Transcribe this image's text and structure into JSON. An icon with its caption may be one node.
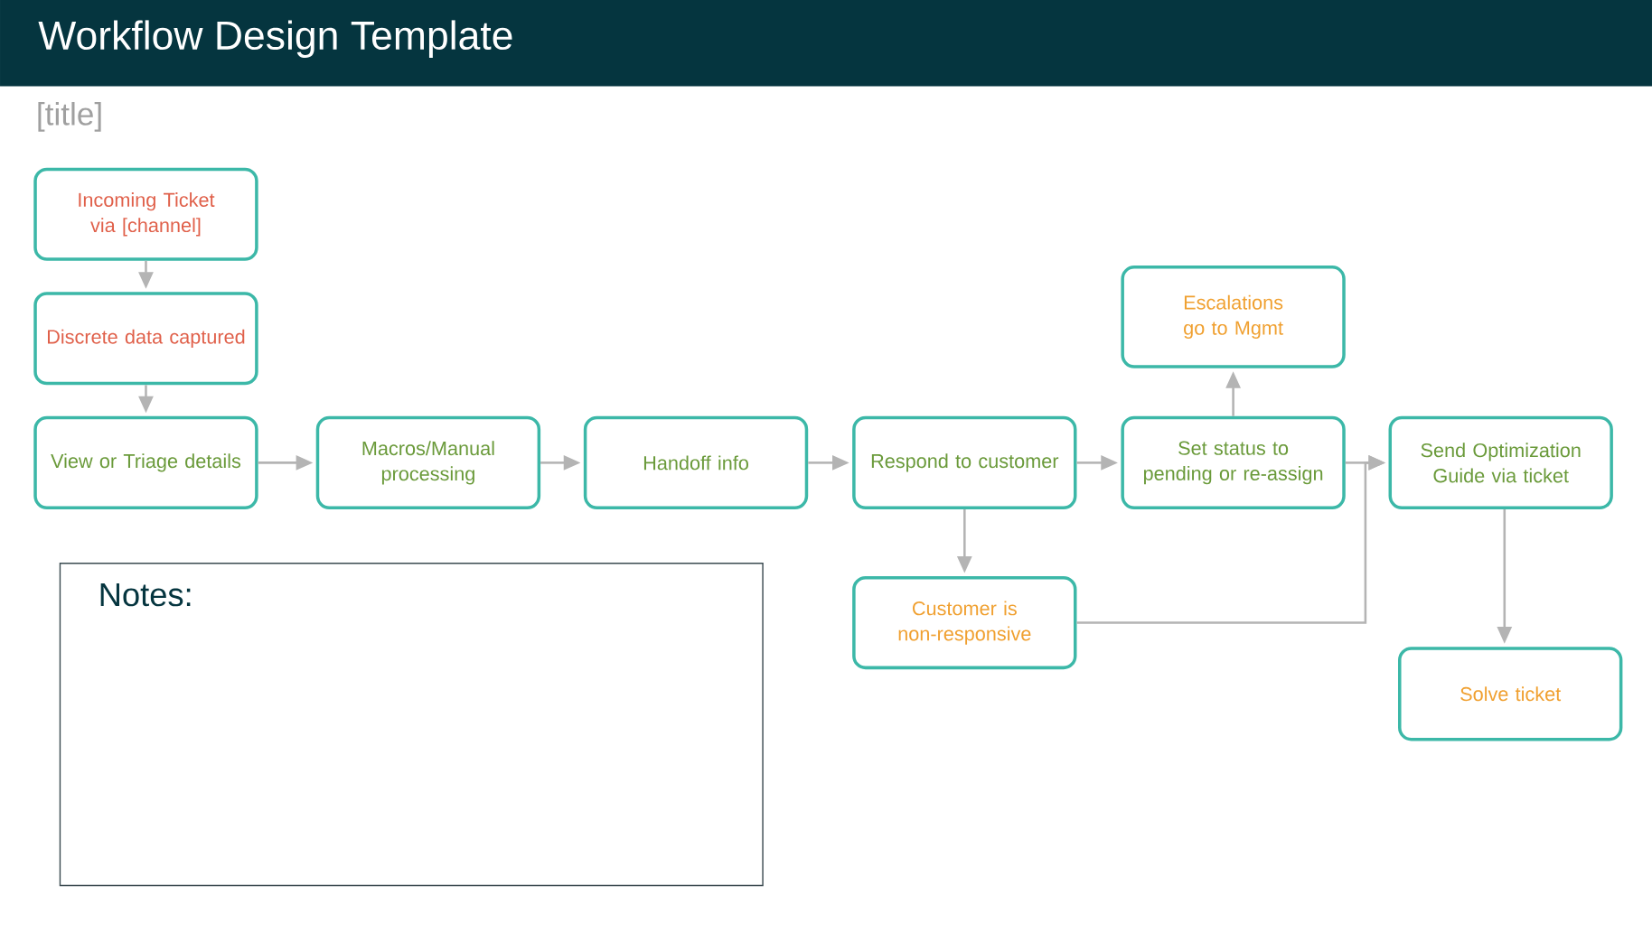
{
  "diagram": {
    "title": "Workflow Design Template",
    "nodes": [
      {
        "text": [
          "Incoming Ticket via [channel]"
        ]
      },
      {
        "text": [
          "Discrete data captured"
        ]
      },
      {
        "text": [
          "View or Triage details"
        ]
      },
      {
        "text": [
          "Macros/Manual processing"
        ]
      },
      {
        "text": [
          "Handoff info"
        ]
      },
      {
        "text": [
          "Respond to customer"
        ]
      },
      {
        "text": [
          "Set status to pending or re-assign"
        ]
      },
      {
        "text": [
          "Send Optimization Guide via ticket"
        ]
      },
      {
        "text": [
          "Escalations go to Mgmt"
        ]
      },
      {
        "text": [
          "Customer is non-responsive"
        ]
      },
      {
        "text": [
          "Solve  ticket"
        ]
      },
      {
        "text": [
          "Notes:"
        ]
      }
    ],
    "edges": [
      {
        "from": 0,
        "to": 1,
        "arrow": "to"
      },
      {
        "from": 1,
        "to": 2,
        "arrow": "to"
      },
      {
        "from": 2,
        "to": 3,
        "arrow": "to"
      },
      {
        "from": 3,
        "to": 4,
        "arrow": "to"
      },
      {
        "from": 4,
        "to": 5,
        "arrow": "to"
      },
      {
        "from": 5,
        "to": 6,
        "arrow": "to"
      },
      {
        "from": 6,
        "to": 8,
        "arrow": "to"
      },
      {
        "from": 6,
        "to": 7,
        "arrow": "to"
      },
      {
        "from": 5,
        "to": 9,
        "arrow": "to"
      },
      {
        "from": 9,
        "to": 7,
        "arrow": "to"
      },
      {
        "from": 7,
        "to": 10,
        "arrow": "to"
      }
    ],
    "labels": [
      "[title]"
    ]
  }
}
